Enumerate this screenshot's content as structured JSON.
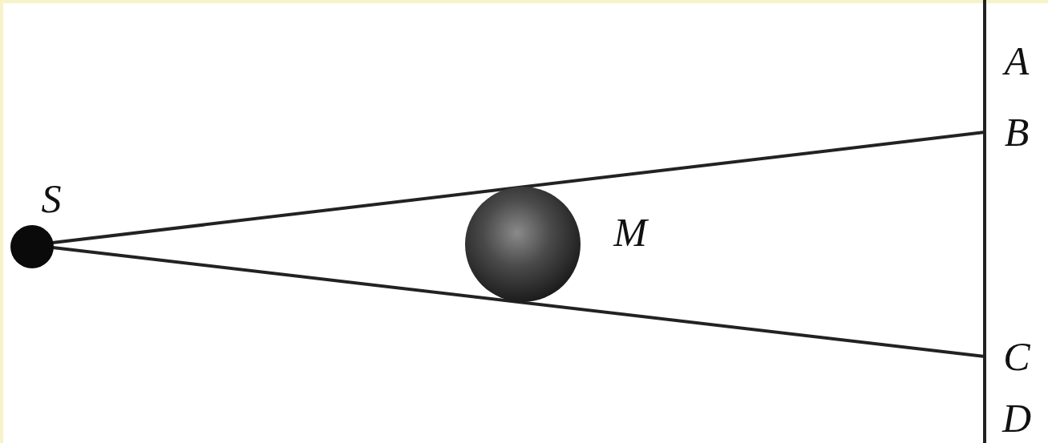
{
  "diagram": {
    "labels": [
      "S",
      "M",
      "A",
      "B",
      "C",
      "D"
    ]
  }
}
